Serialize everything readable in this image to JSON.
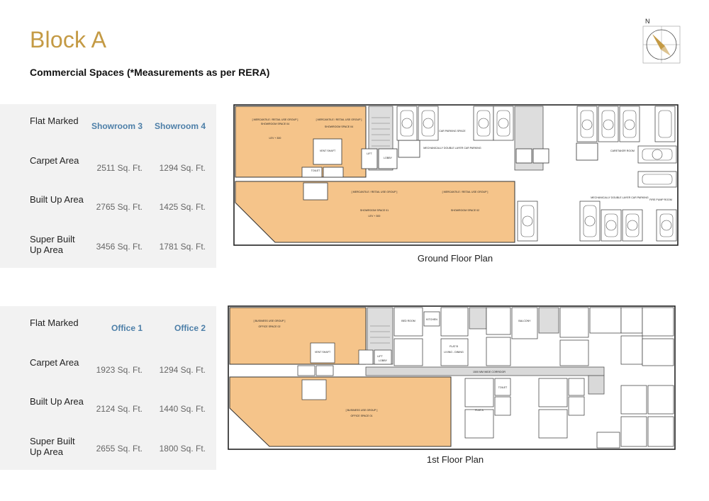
{
  "page": {
    "title": "Block A",
    "subtitle": "Commercial Spaces (*Measurements as per RERA)"
  },
  "compass": {
    "label": "N",
    "icon": "north-compass-icon"
  },
  "colors": {
    "title": "#c49a44",
    "retail_fill": "#f5c48a",
    "header_blue": "#4d7fa8",
    "panel_bg": "#f2f2f2"
  },
  "ground_table": {
    "head": {
      "label": "Flat Marked",
      "col1": "Showroom 3",
      "col2": "Showroom 4"
    },
    "rows": [
      {
        "label": "Carpet Area",
        "col1": "2511 Sq. Ft.",
        "col2": "1294 Sq. Ft."
      },
      {
        "label": "Built Up Area",
        "col1": "2765 Sq. Ft.",
        "col2": "1425 Sq. Ft."
      },
      {
        "label": "Super Built Up Area",
        "col1": "3456 Sq. Ft.",
        "col2": "1781 Sq. Ft."
      }
    ]
  },
  "first_table": {
    "head": {
      "label": "Flat Marked",
      "col1": "Office 1",
      "col2": "Office 2"
    },
    "rows": [
      {
        "label": "Carpet Area",
        "col1": "1923 Sq. Ft.",
        "col2": "1294 Sq. Ft."
      },
      {
        "label": "Built Up Area",
        "col1": "2124 Sq. Ft.",
        "col2": "1440 Sq. Ft."
      },
      {
        "label": "Super Built Up Area",
        "col1": "2655 Sq. Ft.",
        "col2": "1800 Sq. Ft."
      }
    ]
  },
  "ground_plan": {
    "caption": "Ground Floor Plan",
    "labels": {
      "mercantile_1": "[ MERCANTILE / RETAIL USE GROUP ]",
      "mercantile_2": "[ MERCANTILE / RETAIL USE GROUP ]",
      "mercantile_3": "[ MERCANTILE / RETAIL USE GROUP ]",
      "mercantile_4": "[ MERCANTILE / RETAIL USE GROUP ]",
      "showroom_04": "SHOWROOM SPACE 04",
      "showroom_04b": "SHOWROOM SPACE 04",
      "showroom_01": "SHOWROOM SPACE 01",
      "showroom_02": "SHOWROOM SPACE 02",
      "lev": "LEV + 300",
      "vent_shaft": "VENT SHAFT",
      "lift": "LIFT",
      "lobby": "LOBBY",
      "toilet": "TOILET",
      "mech_parking_1": "MECHANICALLY DOUBLE LAYER CAR PARKING",
      "mech_parking_2": "MECHANICALLY DOUBLE LAYER CAR PARKING",
      "car_parking_space": "CAR PARKING SPACE",
      "caretaker": "CARETAKER ROOM",
      "fire_pump": "FIRE PUMP ROOM"
    }
  },
  "first_plan": {
    "caption": "1st Floor Plan",
    "labels": {
      "business_1": "[ BUSINESS USE GROUP ]",
      "business_2": "[ BUSINESS USE GROUP ]",
      "office_02": "OFFICE SPACE 02",
      "office_01": "OFFICE SPACE 01",
      "corridor": "1500 MM WIDE CORRIDOR",
      "bed_room": "BED ROOM",
      "flat_a": "FLAT A",
      "flat_b": "FLAT B",
      "living": "LIVING - DINING",
      "kitchen": "KITCHEN",
      "balcony": "BALCONY",
      "toilet": "TOILET",
      "lift": "LIFT",
      "lobby": "LOBBY",
      "vent_shaft": "VENT SHAFT"
    }
  }
}
